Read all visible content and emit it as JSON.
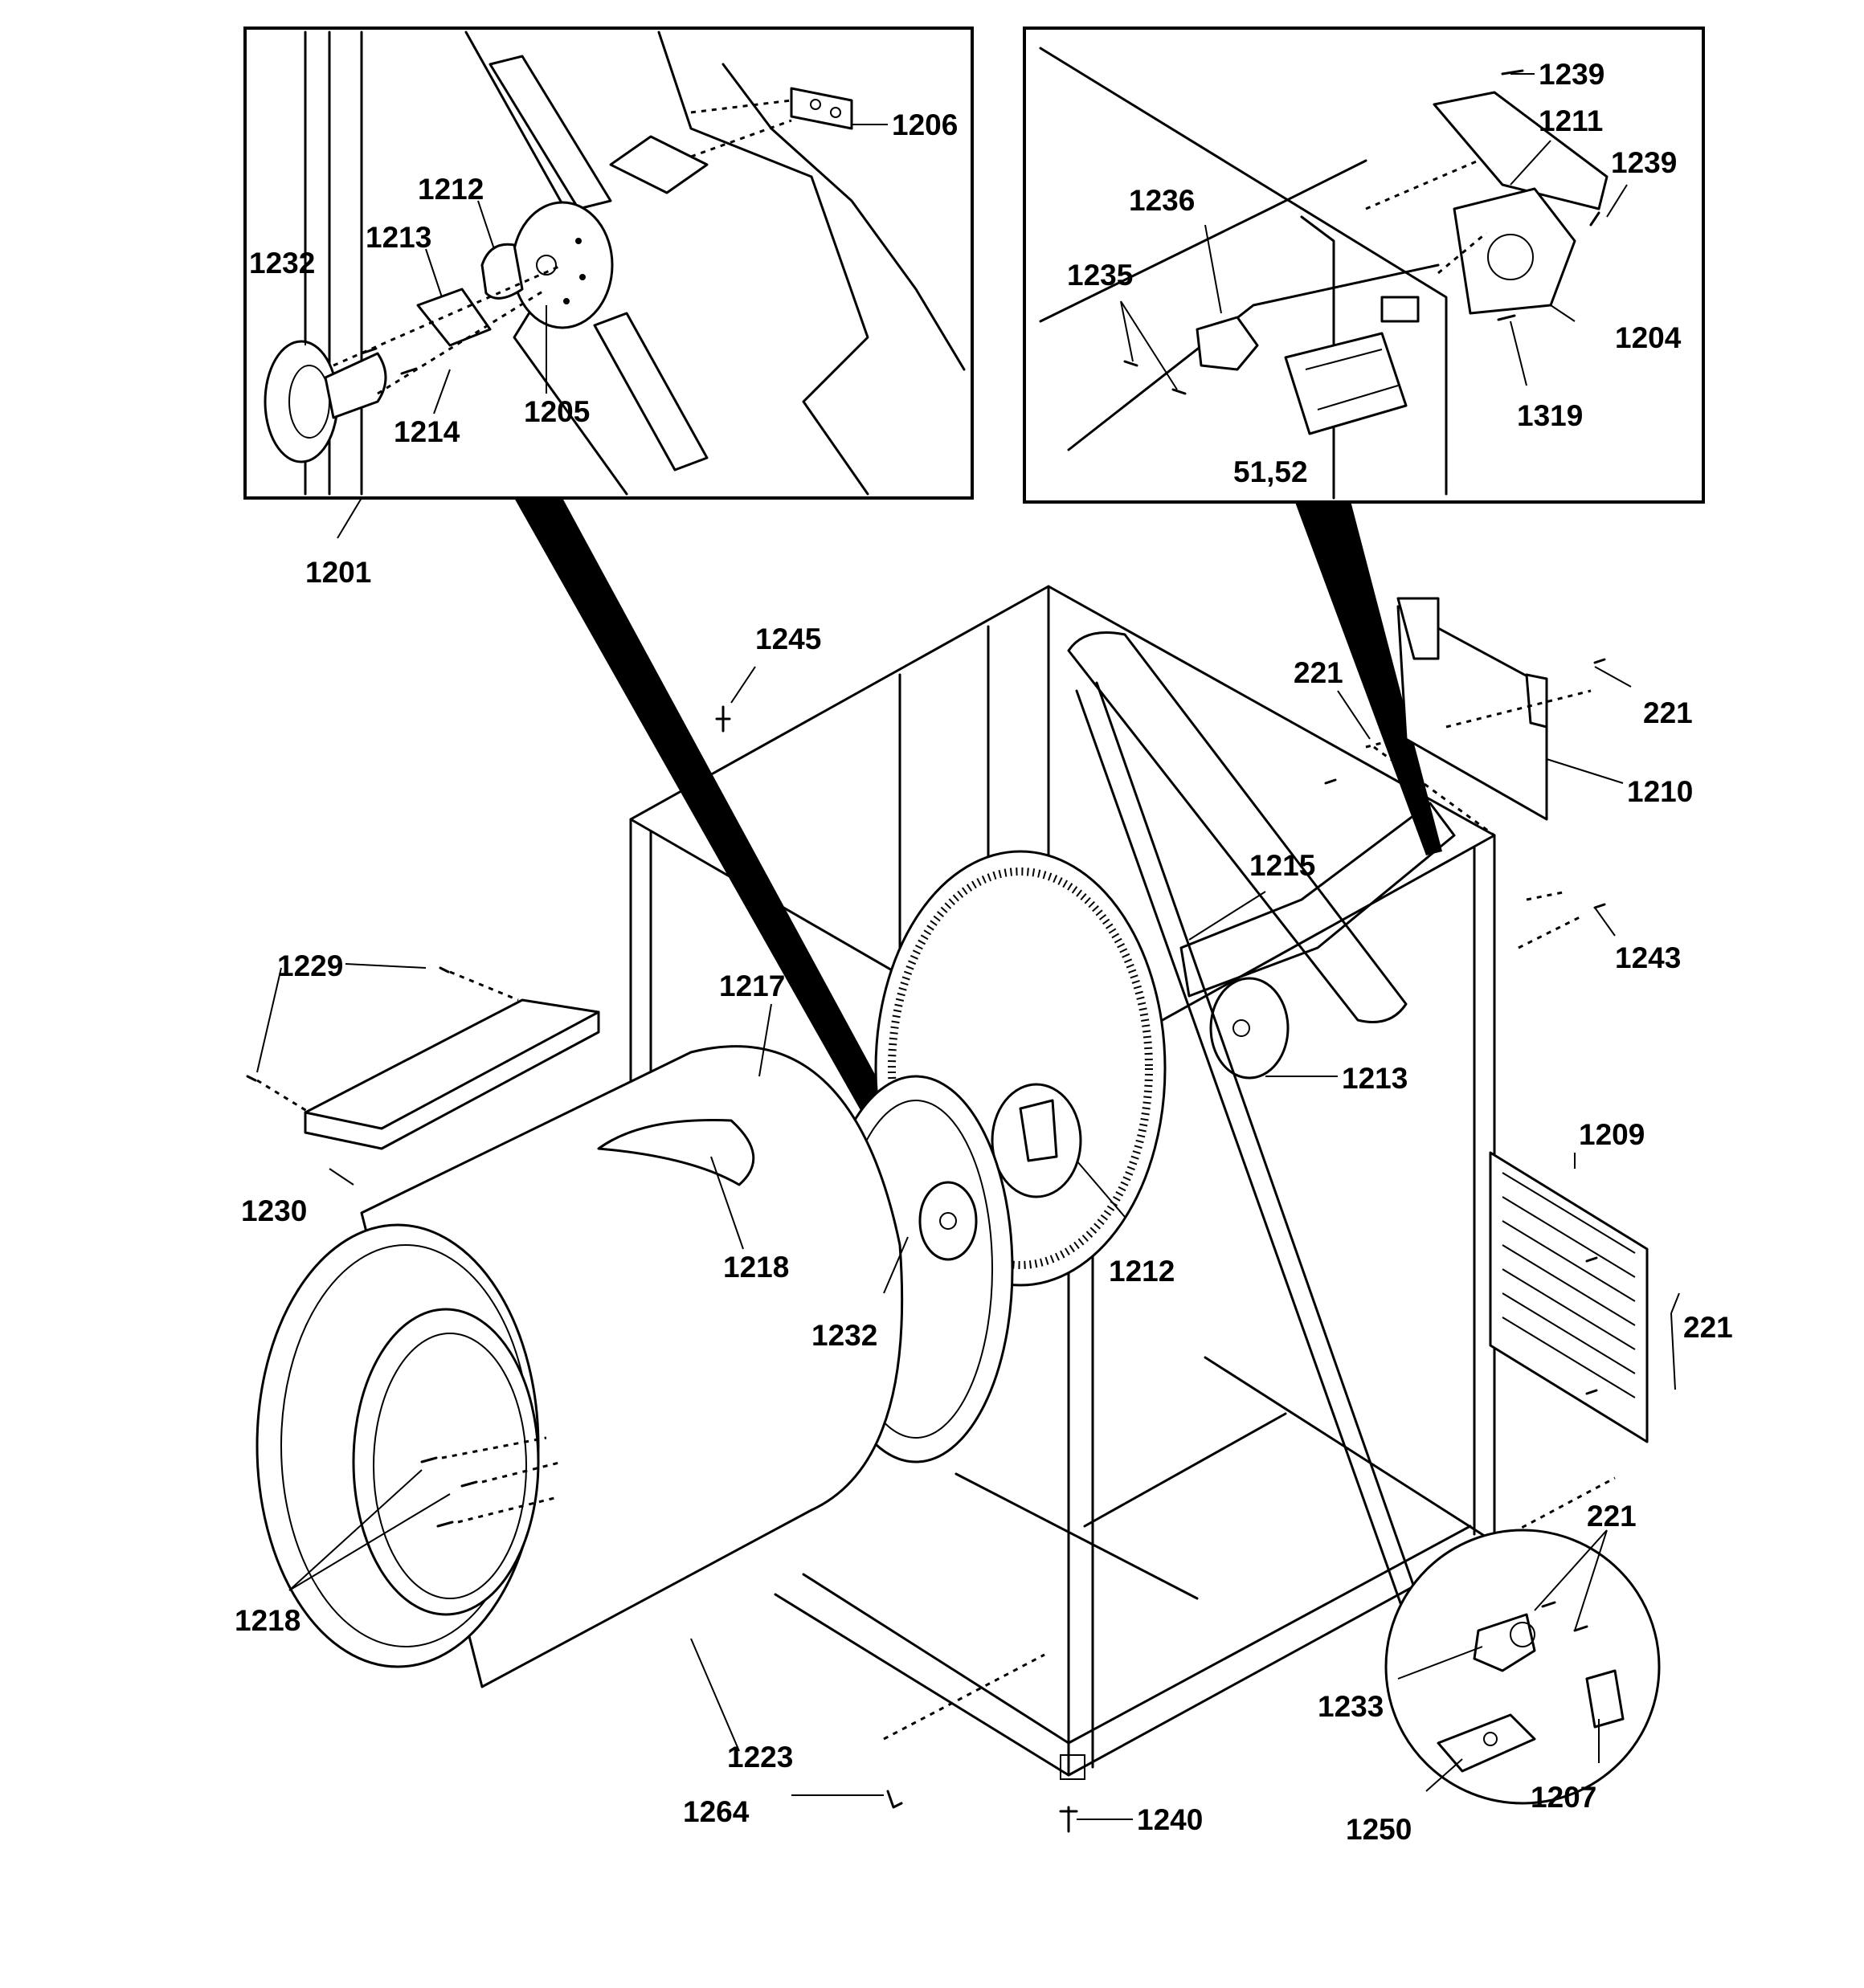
{
  "labels": {
    "l1201": "1201",
    "l1204": "1204",
    "l1205": "1205",
    "l1206": "1206",
    "l1207": "1207",
    "l1209": "1209",
    "l1210": "1210",
    "l1211": "1211",
    "l1212a": "1212",
    "l1212b": "1212",
    "l1213a": "1213",
    "l1213b": "1213",
    "l1214": "1214",
    "l1215": "1215",
    "l1217": "1217",
    "l1218a": "1218",
    "l1218b": "1218",
    "l1223": "1223",
    "l1229": "1229",
    "l1230": "1230",
    "l1232a": "1232",
    "l1232b": "1232",
    "l1233": "1233",
    "l1235": "1235",
    "l1236": "1236",
    "l1239a": "1239",
    "l1239b": "1239",
    "l1240": "1240",
    "l1243": "1243",
    "l1245": "1245",
    "l1250": "1250",
    "l1264": "1264",
    "l1319": "1319",
    "l221a": "221",
    "l221b": "221",
    "l221c": "221",
    "l221d": "221",
    "l5152": "51,52"
  }
}
